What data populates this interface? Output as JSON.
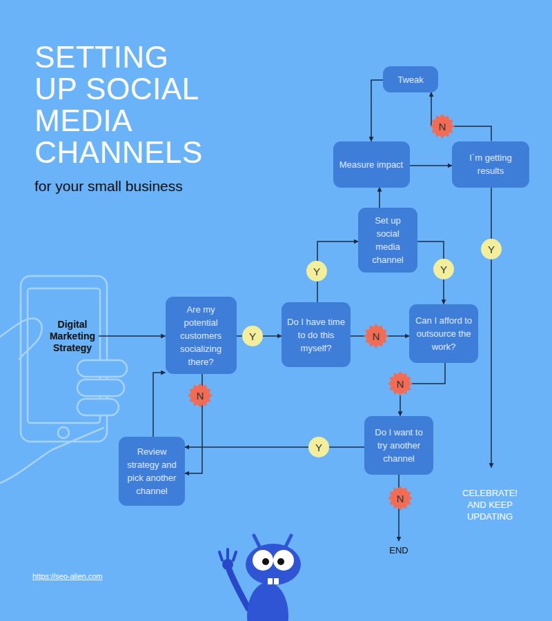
{
  "diagram": {
    "title": "SETTING UP SOCIAL MEDIA CHANNELS",
    "caption": "for your small business",
    "nodes": [
      {
        "text": [
          "Digital Marketing Strategy"
        ]
      },
      {
        "text": [
          "Are my potential customers socializing there?"
        ]
      },
      {
        "text": [
          "Do I have time to do this myself?"
        ]
      },
      {
        "text": [
          "Set up social media channel"
        ]
      },
      {
        "text": [
          "Measure impact"
        ]
      },
      {
        "text": [
          "Tweak"
        ]
      },
      {
        "text": [
          "I´m getting results"
        ]
      },
      {
        "text": [
          "Can I afford to outsource the work?"
        ]
      },
      {
        "text": [
          "Do I want to try another channel"
        ]
      },
      {
        "text": [
          "Review strategy and pick another channel"
        ]
      },
      {
        "text": [
          "CELEBRATE! AND KEEP UPDATING"
        ]
      },
      {
        "text": [
          "END"
        ]
      }
    ],
    "edges": [
      {
        "from": 0,
        "to": 1,
        "arrow": "to"
      },
      {
        "from": 1,
        "to": 2,
        "label": "Y",
        "arrow": "to"
      },
      {
        "from": 1,
        "to": 9,
        "label": "N",
        "arrow": "to"
      },
      {
        "from": 9,
        "to": 1,
        "arrow": "to"
      },
      {
        "from": 2,
        "to": 3,
        "label": "Y",
        "arrow": "to"
      },
      {
        "from": 2,
        "to": 7,
        "label": "N",
        "arrow": "to"
      },
      {
        "from": 3,
        "to": 7,
        "label": "Y",
        "arrow": "to"
      },
      {
        "from": 3,
        "to": 4,
        "arrow": "to"
      },
      {
        "from": 4,
        "to": 6,
        "arrow": "to"
      },
      {
        "from": 6,
        "to": 5,
        "label": "N",
        "arrow": "to"
      },
      {
        "from": 5,
        "to": 4,
        "arrow": "to"
      },
      {
        "from": 6,
        "to": 10,
        "label": "Y",
        "arrow": "to"
      },
      {
        "from": 7,
        "to": 8,
        "label": "N",
        "arrow": "to"
      },
      {
        "from": 8,
        "to": 9,
        "label": "Y",
        "arrow": "to"
      },
      {
        "from": 8,
        "to": 11,
        "label": "N",
        "arrow": "to"
      }
    ],
    "labels": [
      "https://seo-alien.com"
    ]
  }
}
